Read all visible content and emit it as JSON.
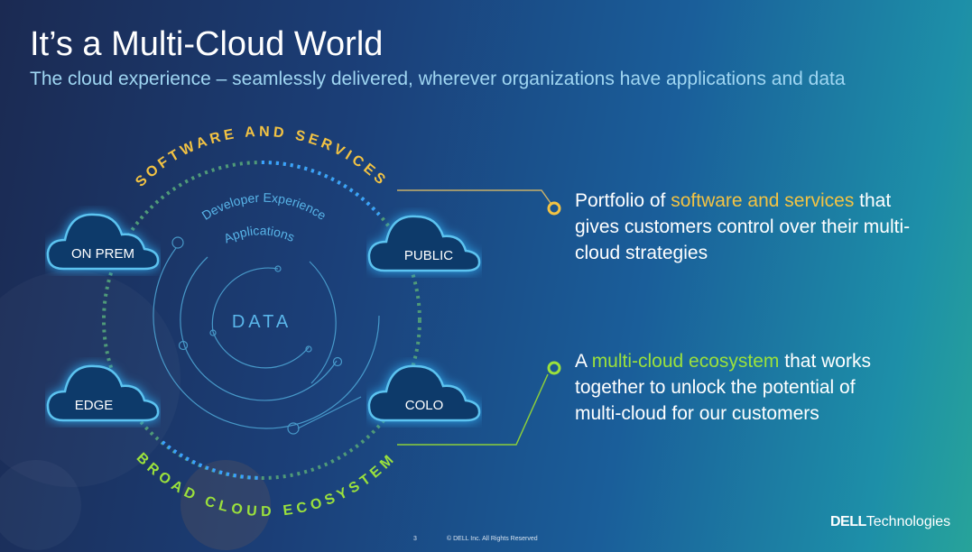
{
  "title": "It’s a Multi-Cloud World",
  "subtitle": "The cloud experience – seamlessly delivered, wherever organizations have applications and data",
  "diagram": {
    "outer_top": "SOFTWARE AND SERVICES",
    "outer_bottom": "BROAD CLOUD ECOSYSTEM",
    "ring1": "Developer Experience",
    "ring2": "Applications",
    "center": "DATA",
    "clouds": [
      "ON PREM",
      "PUBLIC",
      "EDGE",
      "COLO"
    ]
  },
  "callouts": [
    {
      "pre": "Portfolio of ",
      "highlight": "software and services",
      "post": " that gives customers control over their multi-cloud strategies",
      "color": "#f3c343"
    },
    {
      "pre": "A ",
      "highlight": "multi-cloud ecosystem",
      "post": " that works together to unlock the potential of multi-cloud for our customers",
      "color": "#9be13c"
    }
  ],
  "footer": {
    "page": "3",
    "copyright": "© DELL Inc. All Rights Reserved"
  },
  "logo": {
    "brand": "DELL",
    "suffix": "Technologies"
  }
}
